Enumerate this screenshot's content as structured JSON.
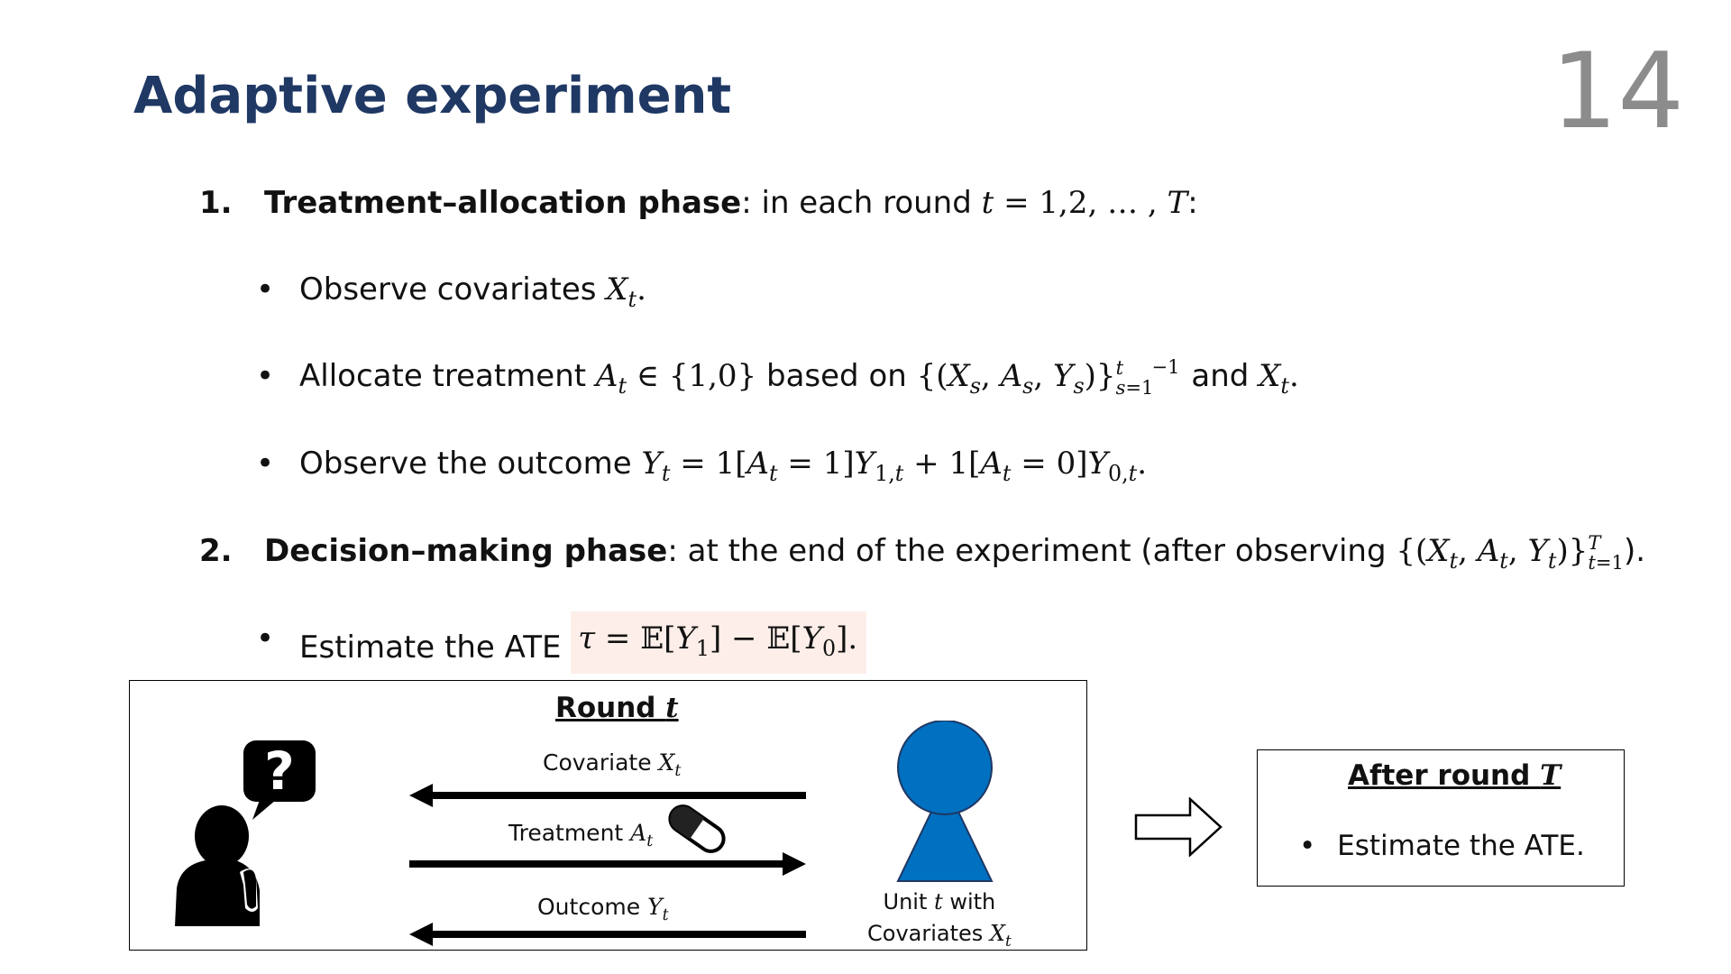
{
  "slide": {
    "title": "Adaptive experiment",
    "page_number": "14"
  },
  "steps": [
    {
      "number": "1.",
      "bold_label": "Treatment–allocation phase",
      "text": ": in each round",
      "math": "t = 1,2, … , T",
      "suffix": ":"
    },
    {
      "number": "2.",
      "bold_label": "Decision–making phase",
      "text": ": at the end of the experiment (after observing",
      "math": "{(X_t, A_t, Y_t)}_{t=1}^T",
      "suffix": ")."
    }
  ],
  "bullets": {
    "observe_covariates": "Observe covariates",
    "allocate_prefix": "Allocate treatment",
    "allocate_based_on": "based on",
    "allocate_and": "and",
    "observe_outcome": "Observe the outcome",
    "estimate_ate": "Estimate the ATE"
  },
  "diagram": {
    "title": "Round t",
    "covariate_label": "Covariate",
    "treatment_label": "Treatment",
    "outcome_label": "Outcome",
    "unit_line1": "Unit",
    "unit_line2_prefix": "with",
    "unit_covariates": "Covariates",
    "question_mark": "?"
  },
  "after_round": {
    "title": "After round T",
    "bullet": "Estimate the ATE."
  },
  "colors": {
    "title_blue": "#1f3864",
    "page_number_gray": "#8c8c8c",
    "unit_blue": "#0070c0",
    "highlight_bg": "#fdeee9"
  }
}
